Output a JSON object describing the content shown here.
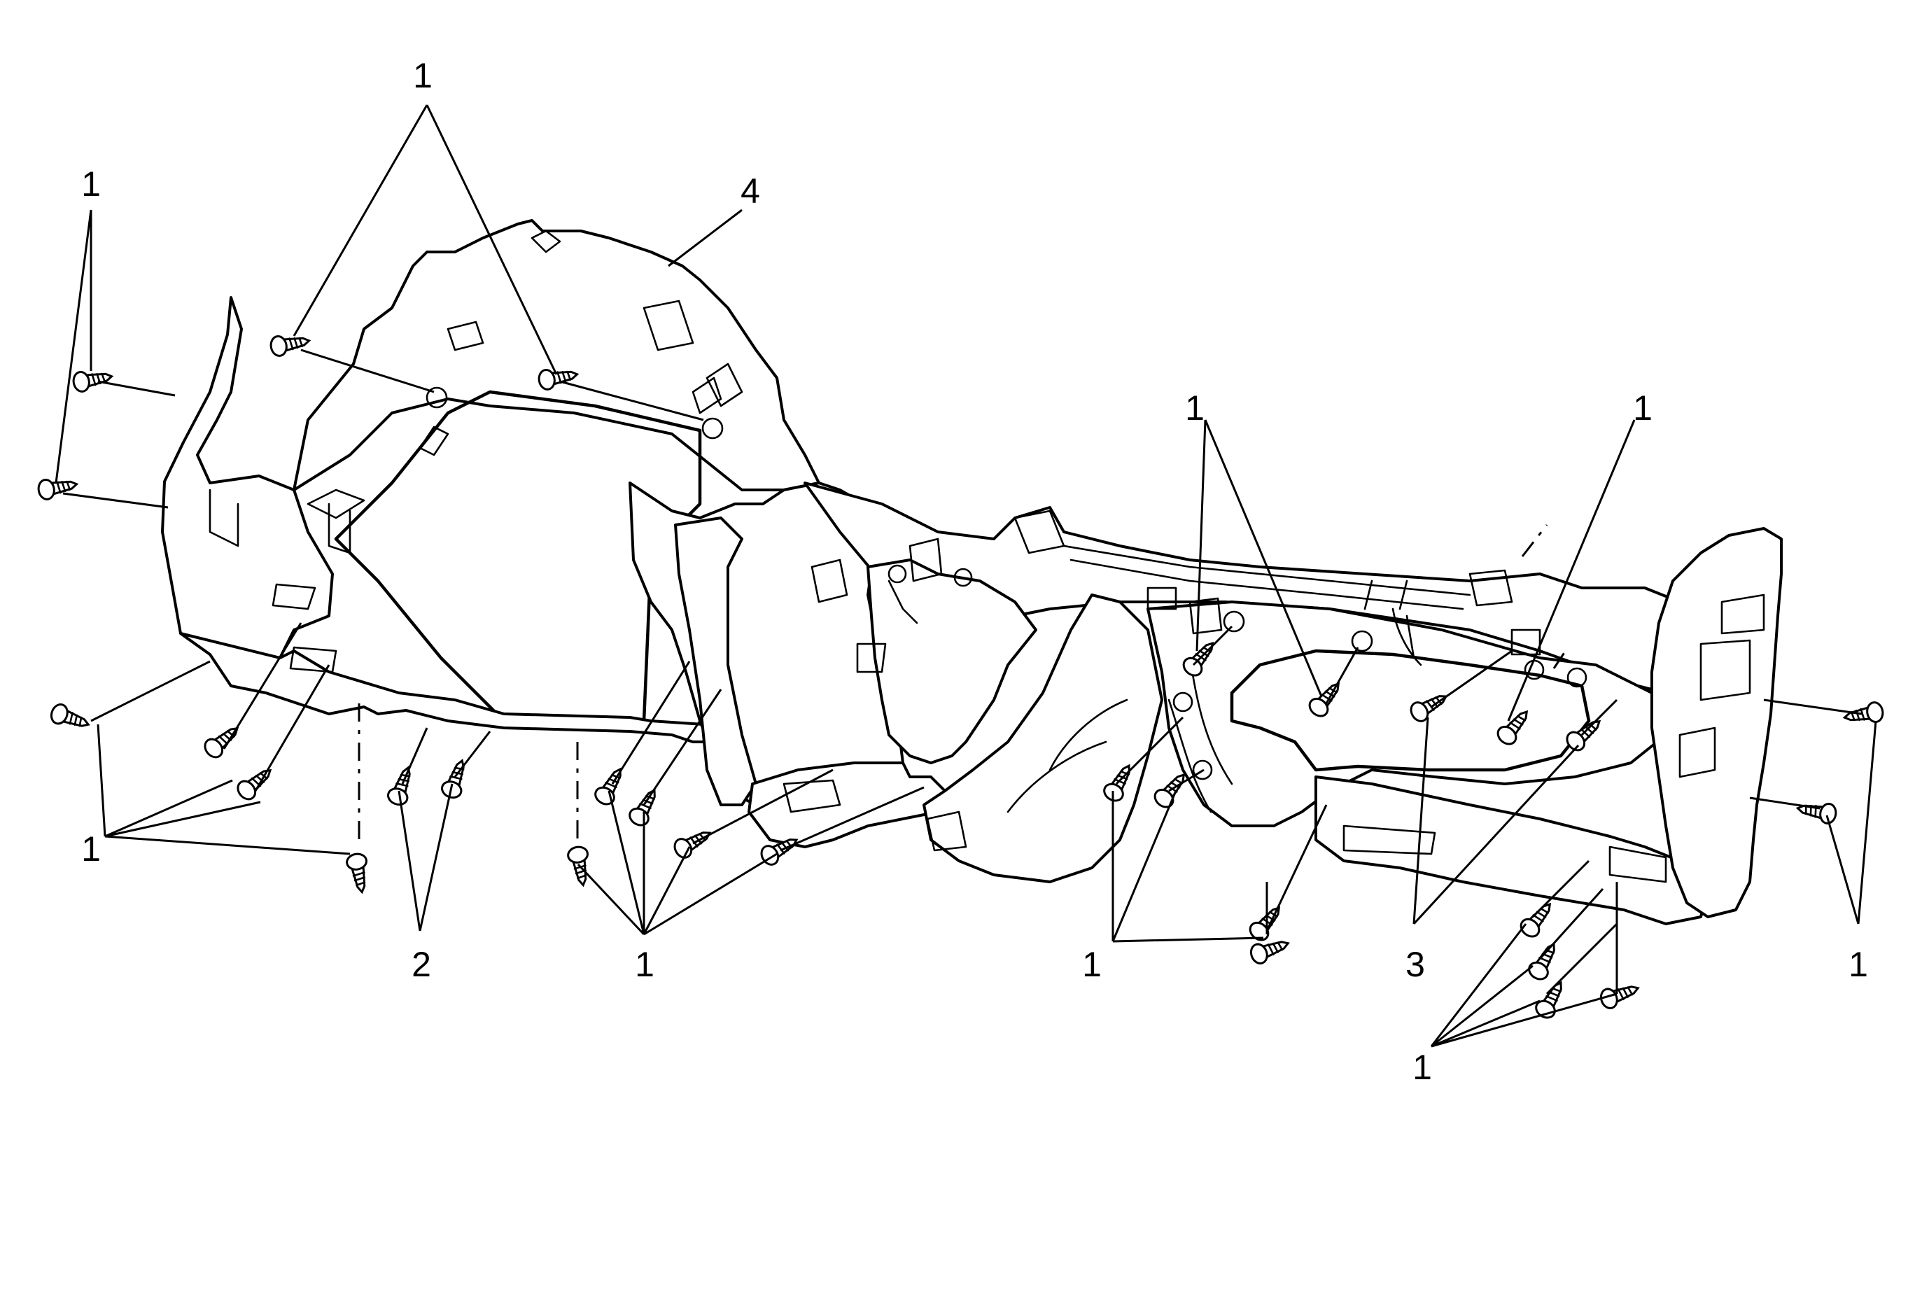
{
  "diagram": {
    "callouts": [
      {
        "id": "c1",
        "text": "1"
      },
      {
        "id": "c2",
        "text": "1"
      },
      {
        "id": "c3",
        "text": "4"
      },
      {
        "id": "c4",
        "text": "1"
      },
      {
        "id": "c5",
        "text": "1"
      },
      {
        "id": "c6",
        "text": "1"
      },
      {
        "id": "c7",
        "text": "2"
      },
      {
        "id": "c8",
        "text": "1"
      },
      {
        "id": "c9",
        "text": "1"
      },
      {
        "id": "c10",
        "text": "3"
      },
      {
        "id": "c11",
        "text": "1"
      },
      {
        "id": "c12",
        "text": "1"
      }
    ]
  }
}
